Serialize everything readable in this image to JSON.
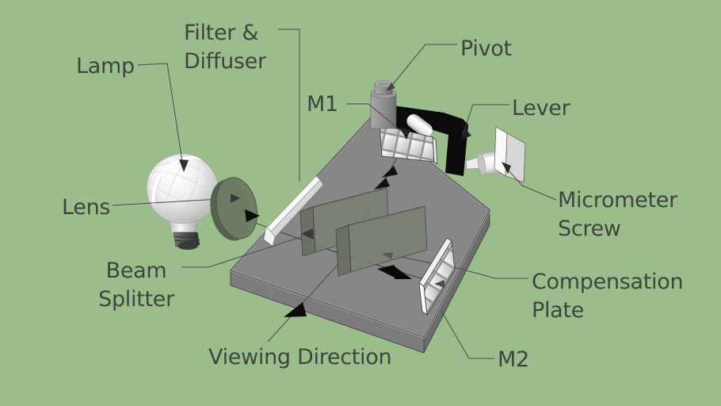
{
  "labels": {
    "lamp": "Lamp",
    "filter_diffuser": [
      "Filter &",
      "Diffuser"
    ],
    "m1": "M1",
    "pivot": "Pivot",
    "lever": "Lever",
    "lens": "Lens",
    "micrometer_screw": [
      "Micrometer",
      "Screw"
    ],
    "beam_splitter": [
      "Beam",
      "Splitter"
    ],
    "compensation_plate": [
      "Compensation",
      "Plate"
    ],
    "viewing_direction": "Viewing Direction",
    "m2": "M2"
  },
  "colors": {
    "background": "#9abd8b",
    "platform_top": "#878787",
    "platform_left_face": "#7c7c7c",
    "platform_right_face": "#6c6c6c",
    "glass_block": "#7b8173",
    "lens_glass": "#6e7c65",
    "lever_black": "#0b0b0b",
    "mirror_white": "#f2f2f2",
    "label_text": "#3e443e",
    "leader_line": "#4b4b4b"
  }
}
